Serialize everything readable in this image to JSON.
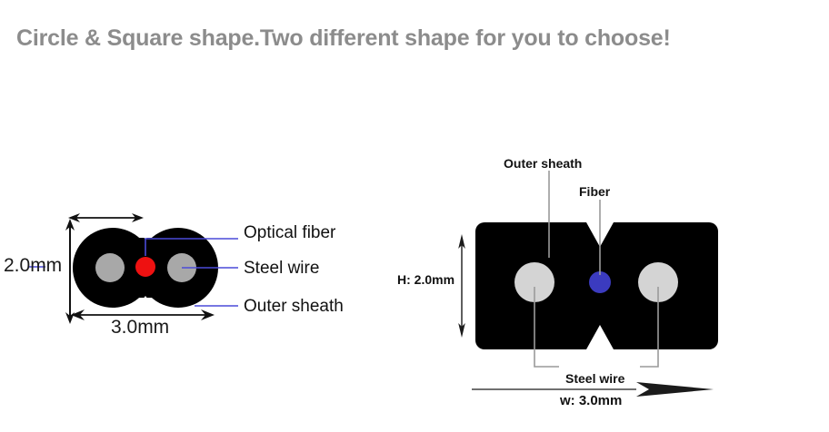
{
  "page": {
    "title": "Circle & Square shape.Two different shape for you to choose!",
    "background_color": "#ffffff",
    "title_color": "#8c8c8c"
  },
  "colors": {
    "sheath": "#000000",
    "steel_wire_left": "#a8a8a8",
    "steel_wire_right": "#d4d4d4",
    "fiber_left": "#ee1111",
    "fiber_right": "#3b3bbf",
    "leader_line_left": "#4a4ad8",
    "leader_line_right": "#9a9a9a",
    "dimension_line": "#111111",
    "title": "#8c8c8c"
  },
  "left_diagram": {
    "name": "Circle shape cross-section",
    "shape": "circle",
    "dimensions": {
      "height_label": "2.0mm",
      "width_label": "3.0mm"
    },
    "callouts": [
      {
        "key": "optical_fiber",
        "label": "Optical fiber"
      },
      {
        "key": "steel_wire",
        "label": "Steel wire"
      },
      {
        "key": "outer_sheath",
        "label": "Outer sheath"
      }
    ],
    "components": {
      "fiber_color": "#ee1111",
      "steel_wire_color": "#a8a8a8",
      "sheath_color": "#000000"
    }
  },
  "right_diagram": {
    "name": "Square shape cross-section",
    "shape": "square",
    "dimensions": {
      "height_label": "H: 2.0mm",
      "width_label": "w: 3.0mm"
    },
    "callouts": [
      {
        "key": "outer_sheath",
        "label": "Outer sheath"
      },
      {
        "key": "fiber",
        "label": "Fiber"
      },
      {
        "key": "steel_wire",
        "label": "Steel wire"
      }
    ],
    "components": {
      "fiber_color": "#3b3bbf",
      "steel_wire_color": "#d4d4d4",
      "sheath_color": "#000000"
    }
  }
}
